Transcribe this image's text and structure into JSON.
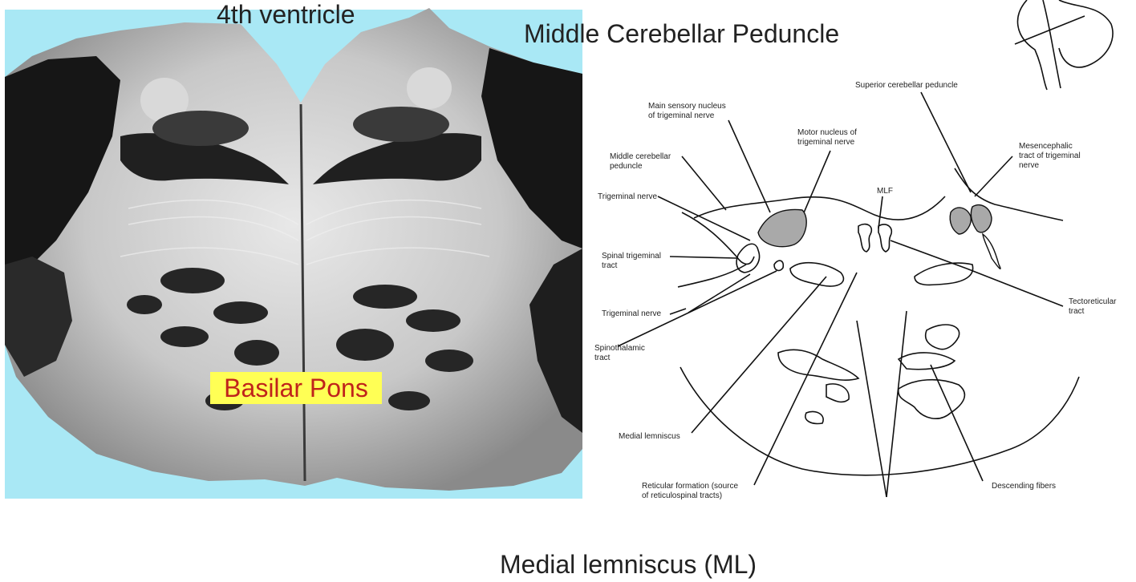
{
  "headings": {
    "ventricle": "4th ventricle",
    "middle_cerebellar_peduncle": "Middle Cerebellar Peduncle",
    "medial_lemniscus": "Medial lemniscus (ML)"
  },
  "photo": {
    "overlay_label": "Basilar Pons",
    "background_color": "#a9e8f5",
    "label_background": "#ffff55",
    "label_text_color": "#c0231b"
  },
  "diagram": {
    "labels": {
      "superior_cerebellar_peduncle": "Superior cerebellar peduncle",
      "main_sensory_nucleus": "Main sensory nucleus\nof trigeminal nerve",
      "motor_nucleus": "Motor nucleus of\ntrigeminal nerve",
      "middle_cerebellar_peduncle": "Middle cerebellar\npeduncle",
      "mesencephalic_tract": "Mesencephalic\ntract of trigeminal\nnerve",
      "mlf": "MLF",
      "trigeminal_nerve_upper": "Trigeminal nerve",
      "spinal_trigeminal_tract": "Spinal trigeminal\ntract",
      "tectoreticular_tract": "Tectoreticular\ntract",
      "trigeminal_nerve_lower": "Trigeminal nerve",
      "spinothalamic_tract": "Spinothalamic\ntract",
      "medial_lemniscus": "Medial lemniscus",
      "reticular_formation": "Reticular formation (source\nof reticulospinal tracts)",
      "descending_fibers": "Descending fibers"
    }
  }
}
